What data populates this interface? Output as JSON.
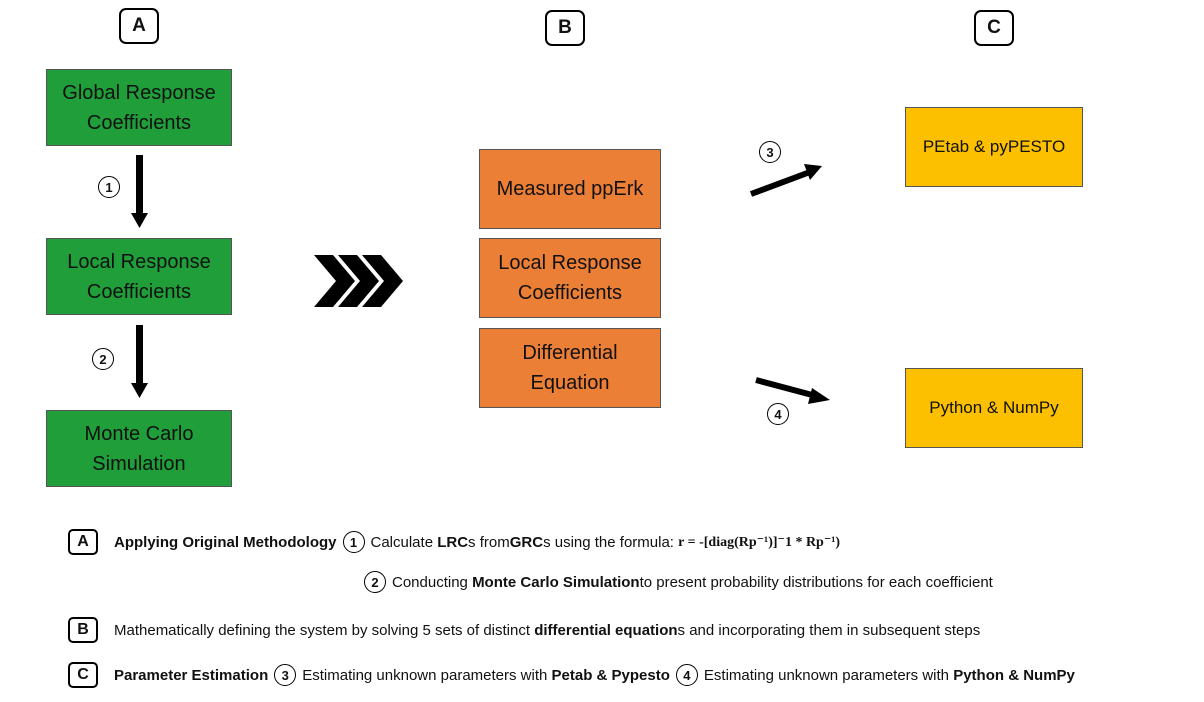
{
  "columns": {
    "a": "A",
    "b": "B",
    "c": "C"
  },
  "column_a": {
    "box1": [
      "Global Response",
      "Coefficients"
    ],
    "box2": [
      "Local Response",
      "Coefficients"
    ],
    "box3": [
      "Monte Carlo",
      "Simulation"
    ],
    "step1": "1",
    "step2": "2"
  },
  "column_b": {
    "box1": "Measured ppErk",
    "box2": [
      "Local Response",
      "Coefficients"
    ],
    "box3": [
      "Differential",
      "Equation"
    ]
  },
  "column_c": {
    "box1": "PEtab & pyPESTO",
    "box2": "Python & NumPy",
    "step3": "3",
    "step4": "4"
  },
  "chevrons": "❯❯❯",
  "legend": {
    "a": {
      "key": "A",
      "title": "Applying Original Methodology",
      "step1_num": "1",
      "step1_pre": "Calculate ",
      "step1_b1": "LRC",
      "step1_mid1": "s from ",
      "step1_b2": "GRC",
      "step1_mid2": "s using the formula: ",
      "formula": "r = -[diag(Rp⁻¹)]⁻1 * Rp⁻¹)",
      "step2_num": "2",
      "step2_pre": "Conducting ",
      "step2_b": "Monte Carlo Simulation",
      "step2_post": " to present probability distributions for each coefficient"
    },
    "b": {
      "key": "B",
      "pre": "Mathematically defining the system by solving 5 sets of distinct ",
      "bold": "differential equation",
      "post": "s and incorporating them in subsequent steps"
    },
    "c": {
      "key": "C",
      "title": "Parameter Estimation",
      "step3_num": "3",
      "step3_pre": "Estimating unknown parameters with ",
      "step3_b": "Petab & Pypesto",
      "step4_num": "4",
      "step4_pre": "Estimating unknown parameters with ",
      "step4_b": "Python & NumPy"
    }
  },
  "colors": {
    "green": "#1f9e3a",
    "orange": "#ec7f36",
    "yellow": "#fcc000"
  }
}
